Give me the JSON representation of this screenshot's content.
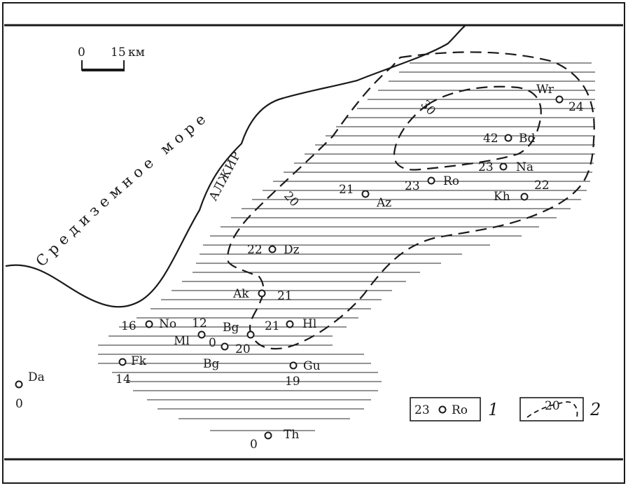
{
  "scale": {
    "zero": "0",
    "value": "15",
    "unit": "км"
  },
  "sea_label": "Средиземное море",
  "country_label": "АЛЖИР",
  "isolines": [
    {
      "value": "20"
    },
    {
      "value": "30"
    }
  ],
  "stations": [
    {
      "code": "Wr",
      "value": "24"
    },
    {
      "code": "Bd",
      "value": "42"
    },
    {
      "code": "Na",
      "value": "23"
    },
    {
      "code": "Ro",
      "value": "23"
    },
    {
      "code": "Kh",
      "value": "22"
    },
    {
      "code": "Az",
      "value": "21"
    },
    {
      "code": "Dz",
      "value": "22"
    },
    {
      "code": "Ak",
      "value": "21"
    },
    {
      "code": "No",
      "value": "16"
    },
    {
      "code": "Bg",
      "value": "12"
    },
    {
      "code": "Hl",
      "value": "21"
    },
    {
      "code": "Ml",
      "value": "0"
    },
    {
      "code": "Bg",
      "value": "20"
    },
    {
      "code": "Fk",
      "value": "14"
    },
    {
      "code": "Gu",
      "value": "19"
    },
    {
      "code": "Da",
      "value": "0"
    },
    {
      "code": "Th",
      "value": "0"
    }
  ],
  "legend": [
    {
      "number": "1",
      "sample_value": "23",
      "sample_code": "Ro"
    },
    {
      "number": "2",
      "sample_value": "20"
    }
  ],
  "colors": {
    "ink": "#1a1a1a",
    "paper": "#ffffff"
  }
}
